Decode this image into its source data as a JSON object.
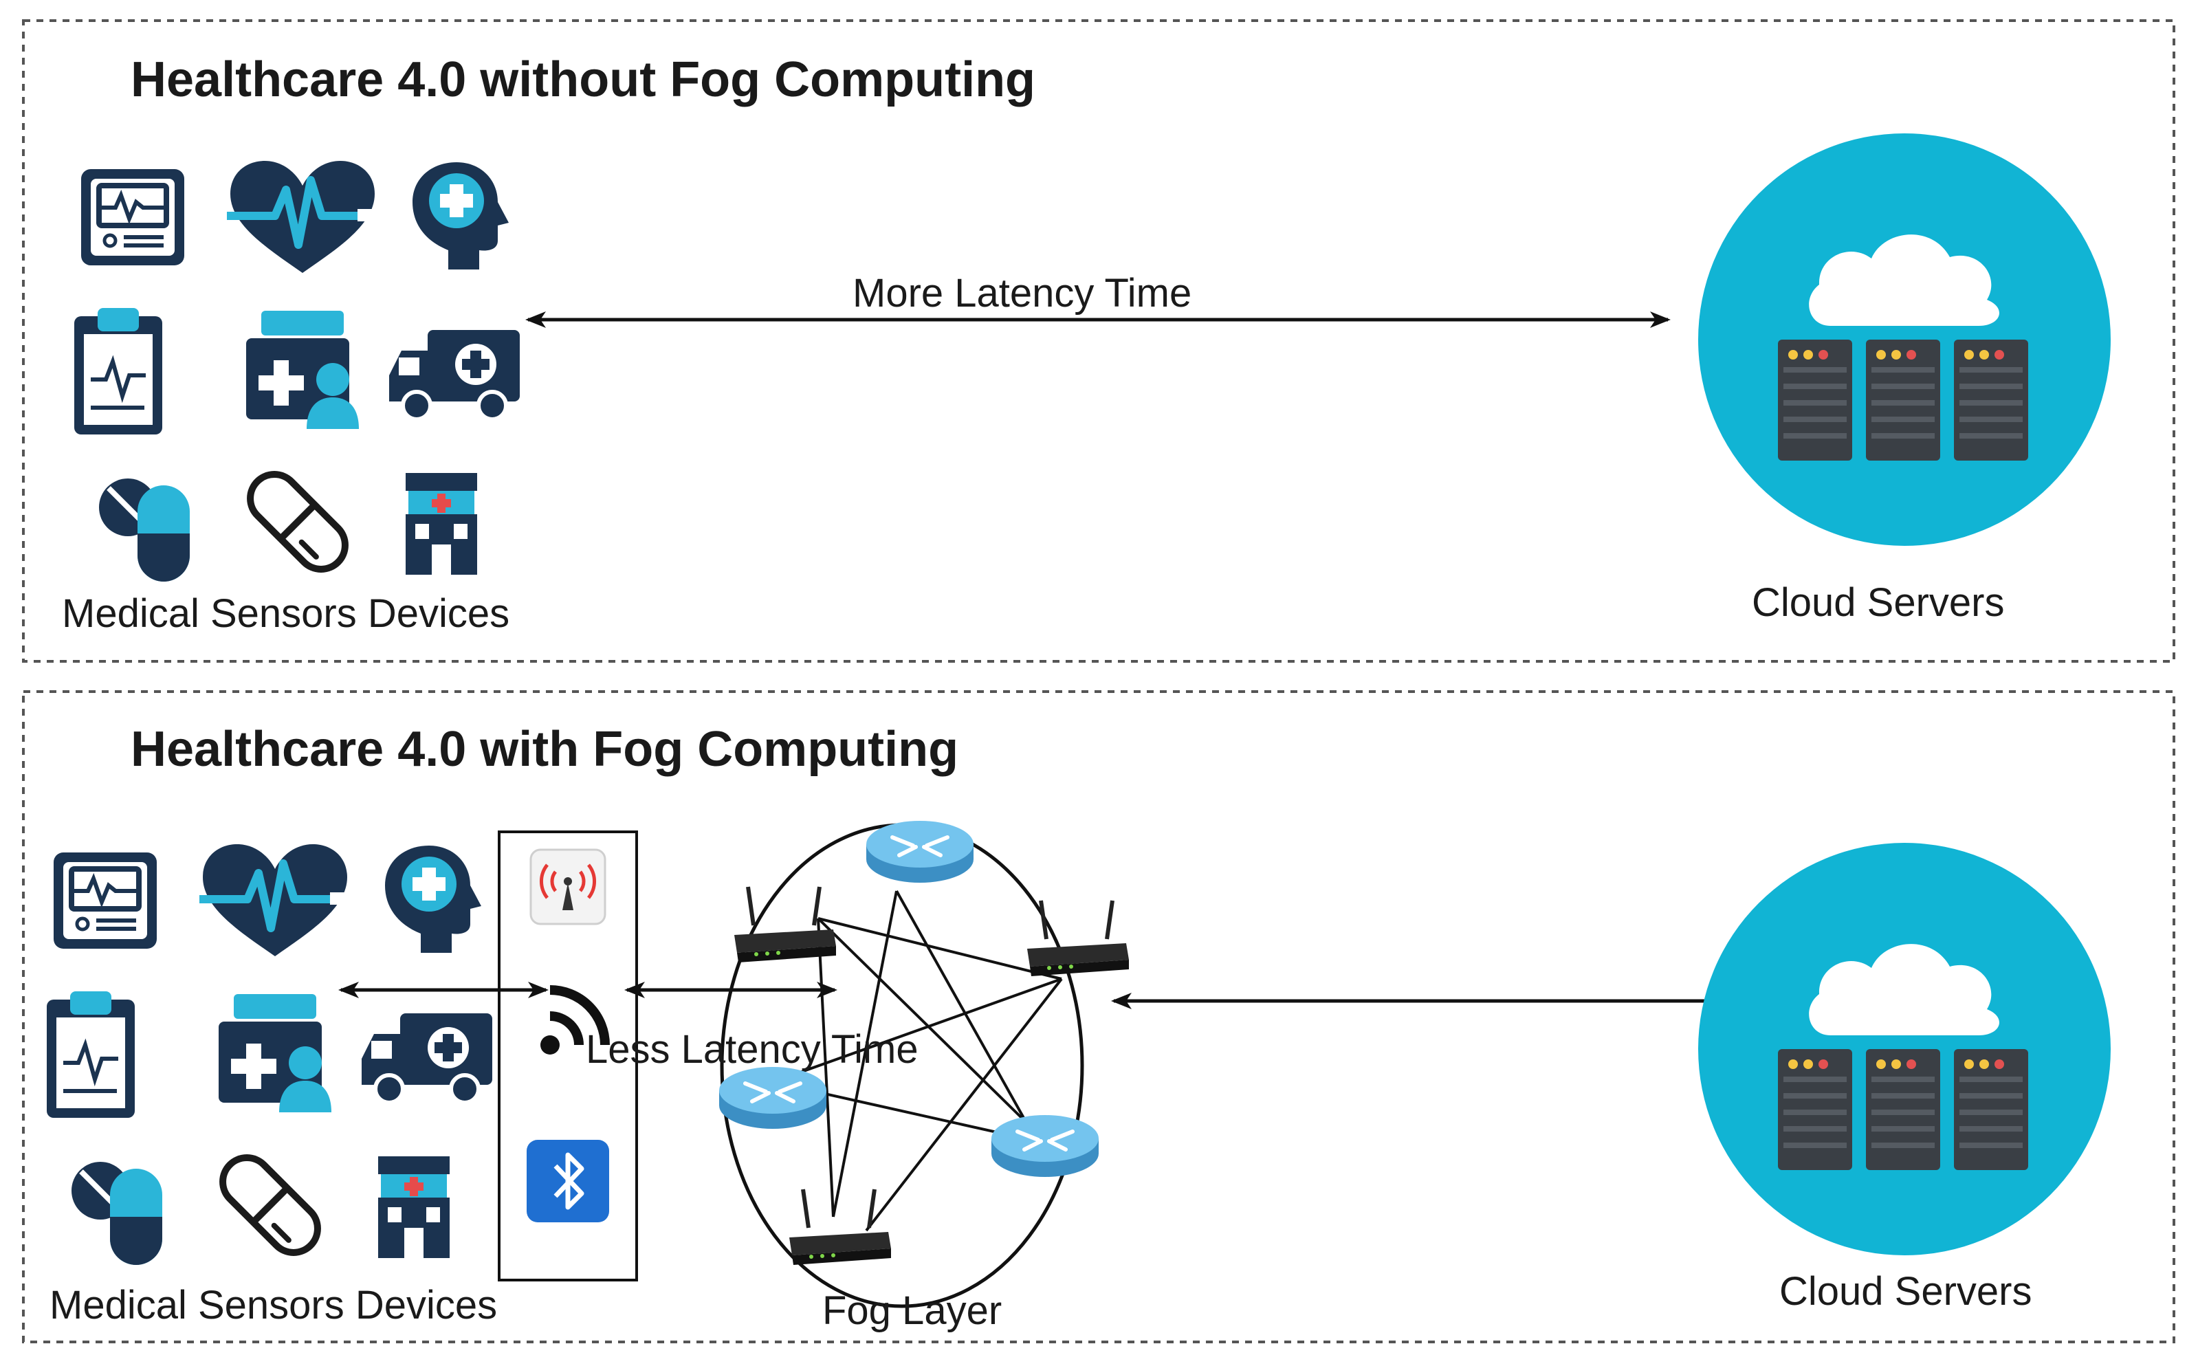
{
  "top_panel": {
    "title": "Healthcare 4.0 without Fog Computing",
    "devices_label": "Medical Sensors Devices",
    "latency_label": "More Latency Time",
    "cloud_label": "Cloud Servers"
  },
  "bottom_panel": {
    "title": "Healthcare 4.0 with Fog Computing",
    "devices_label": "Medical Sensors Devices",
    "latency_label": "Less Latency Time",
    "fog_label": "Fog Layer",
    "cloud_label": "Cloud Servers"
  },
  "device_icons": [
    "patient-monitor",
    "heart-rate",
    "medical-head",
    "medical-clipboard",
    "medical-records",
    "ambulance",
    "pills",
    "capsule",
    "hospital"
  ],
  "gateway_icons": [
    "cell-tower",
    "wifi",
    "bluetooth"
  ],
  "fog_nodes": [
    "router",
    "wireless-router",
    "router",
    "wireless-router",
    "router",
    "wireless-router"
  ],
  "colors": {
    "navy": "#1b3350",
    "cyan": "#2bb5d8",
    "cloud_circle": "#11b4d4",
    "server": "#3a3f45",
    "router": "#5fb4e6"
  }
}
